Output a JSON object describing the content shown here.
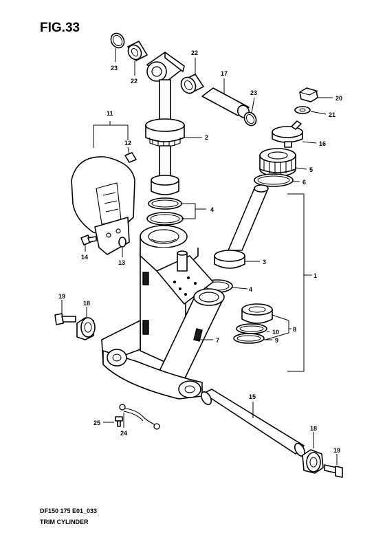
{
  "figure_label": "FIG.33",
  "footer": {
    "code": "DF150 175 E01_033",
    "title": "TRIM CYLINDER"
  },
  "callouts": {
    "c1": "1",
    "c2": "2",
    "c3": "3",
    "c4a": "4",
    "c4b": "4",
    "c5": "5",
    "c6": "6",
    "c7": "7",
    "c8": "8",
    "c9": "9",
    "c10": "10",
    "c11": "11",
    "c12": "12",
    "c13": "13",
    "c14": "14",
    "c15": "15",
    "c16": "16",
    "c17": "17",
    "c18a": "18",
    "c18b": "18",
    "c19a": "19",
    "c19b": "19",
    "c20": "20",
    "c21": "21",
    "c22a": "22",
    "c22b": "22",
    "c23a": "23",
    "c23b": "23",
    "c24": "24",
    "c25": "25"
  }
}
